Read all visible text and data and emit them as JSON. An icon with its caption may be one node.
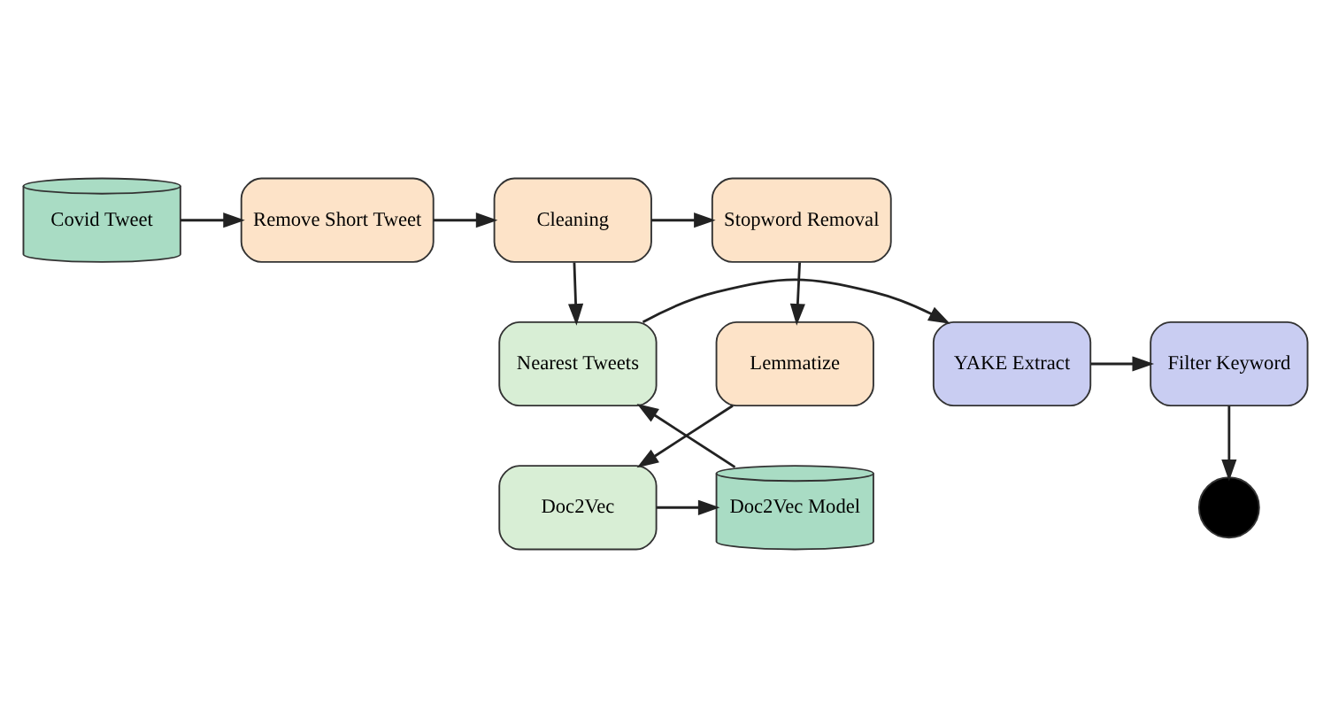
{
  "diagram": {
    "nodes": [
      {
        "text": [
          "Covid Tweet"
        ]
      },
      {
        "text": [
          "Remove Short Tweet"
        ]
      },
      {
        "text": [
          "Cleaning"
        ]
      },
      {
        "text": [
          "Stopword Removal"
        ]
      },
      {
        "text": [
          "Filter Keyword"
        ]
      },
      {
        "text": [
          "YAKE Extract"
        ]
      },
      {
        "text": [
          "Nearest Tweets"
        ]
      },
      {
        "text": [
          "Lemmatize"
        ]
      },
      {
        "text": [
          "Doc2Vec Model"
        ]
      },
      {
        "text": [
          "Doc2Vec"
        ]
      },
      {
        "text": [],
        "shape": "circle"
      }
    ],
    "edges": [
      {
        "from": 0,
        "to": 1,
        "arrow": "to"
      },
      {
        "from": 1,
        "to": 2,
        "arrow": "to"
      },
      {
        "from": 2,
        "to": 3,
        "arrow": "to"
      },
      {
        "from": 3,
        "to": 7,
        "arrow": "to"
      },
      {
        "from": 2,
        "to": 6,
        "arrow": "to"
      },
      {
        "from": 6,
        "to": 5,
        "arrow": "to"
      },
      {
        "from": 5,
        "to": 4,
        "arrow": "to"
      },
      {
        "from": 4,
        "to": 10,
        "arrow": "to"
      },
      {
        "from": 7,
        "to": 9,
        "arrow": "to"
      },
      {
        "from": 9,
        "to": 8,
        "arrow": "to"
      },
      {
        "from": 8,
        "to": 6,
        "arrow": "to"
      }
    ]
  }
}
